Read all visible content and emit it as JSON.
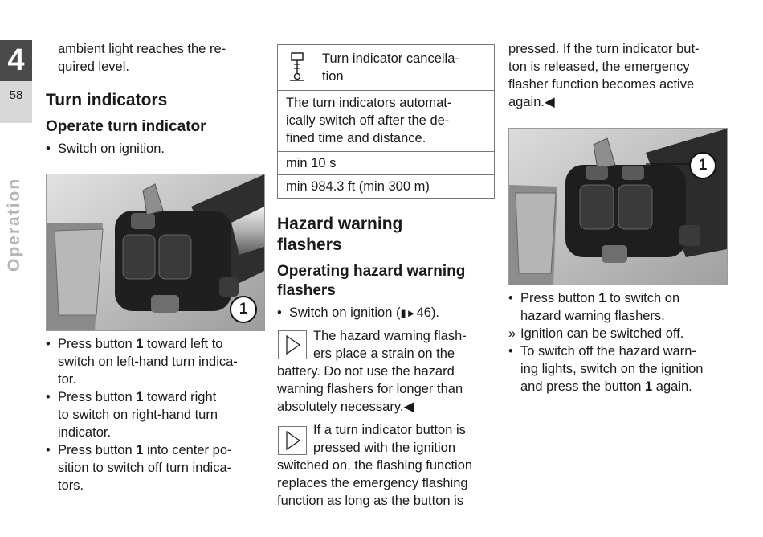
{
  "side": {
    "chapter_number": "4",
    "page_number": "58",
    "section_label": "Operation"
  },
  "col1": {
    "intro": "ambient light reaches the required level.",
    "intro_line1": "ambient light reaches the re-",
    "intro_line2": "quired level.",
    "heading": "Turn indicators",
    "subheading": "Operate turn indicator",
    "step": "Switch on ignition.",
    "figure_callout": "1",
    "bullets": [
      {
        "pre": "Press button ",
        "bold": "1",
        "line1": " toward left to",
        "line2": "switch on left-hand turn indica-",
        "line3": "tor."
      },
      {
        "pre": "Press button ",
        "bold": "1",
        "line1": " toward right",
        "line2": "to switch on right-hand turn",
        "line3": "indicator."
      },
      {
        "pre": "Press button ",
        "bold": "1",
        "line1": " into center po-",
        "line2": "sition to switch off turn indica-",
        "line3": "tors."
      }
    ]
  },
  "spec_table": {
    "header_line1": "Turn indicator cancella-",
    "header_line2": "tion",
    "desc_line1": "The turn indicators automat-",
    "desc_line2": "ically switch off after the de-",
    "desc_line3": "fined time and distance.",
    "time": "min 10 s",
    "distance": "min 984.3 ft (min 300 m)"
  },
  "col2": {
    "heading_line1": "Hazard warning",
    "heading_line2": "flashers",
    "subheading_line1": "Operating hazard warning",
    "subheading_line2": "flashers",
    "step": "Switch on ignition (",
    "step_ref": "46).",
    "note1": [
      "The hazard warning flash-",
      "ers place a strain on the",
      "battery. Do not use the hazard",
      "warning flashers for longer than",
      "absolutely necessary."
    ],
    "note2": [
      "If a turn indicator button is",
      "pressed with the ignition",
      "switched on, the flashing function",
      "replaces the emergency flashing",
      "function as long as the button is"
    ]
  },
  "col3": {
    "cont": [
      "pressed. If the turn indicator but-",
      "ton is released, the emergency",
      "flasher function becomes active",
      "again."
    ],
    "figure_callout": "1",
    "bullet1_pre": "Press button ",
    "bullet1_bold": "1",
    "bullet1_post": " to switch on",
    "bullet1_line2": "hazard warning flashers.",
    "result": "Ignition can be switched off.",
    "bullet2_line1": "To switch off the hazard warn-",
    "bullet2_line2": "ing lights, switch on the ignition",
    "bullet2_pre": "and press the button ",
    "bullet2_bold": "1",
    "bullet2_post": " again."
  }
}
